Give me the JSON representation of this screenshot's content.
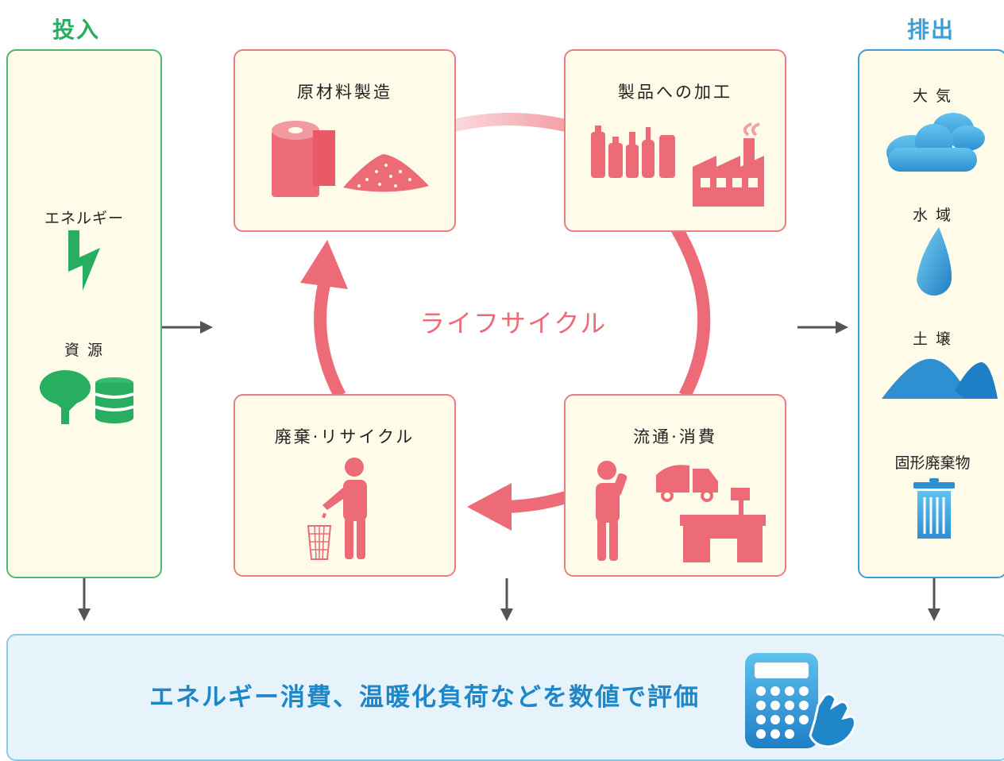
{
  "input": {
    "header": "投入",
    "items": [
      "エネルギー",
      "資 源"
    ]
  },
  "output": {
    "header": "排出",
    "items": [
      "大 気",
      "水 域",
      "土 壌",
      "固形廃棄物"
    ]
  },
  "cycle": {
    "center_label": "ライフサイクル",
    "stages": [
      "原材料製造",
      "製品への加工",
      "流通·消費",
      "廃棄·リサイクル"
    ]
  },
  "evaluation": {
    "text": "エネルギー消費、温暖化負荷などを数値で評価"
  },
  "colors": {
    "input": "#27ae60",
    "output": "#3a9fd8",
    "cycle": "#ec6b76",
    "panel": "#fefbe8",
    "arrow": "#555555",
    "bottom_bg": "#e6f3fa"
  }
}
